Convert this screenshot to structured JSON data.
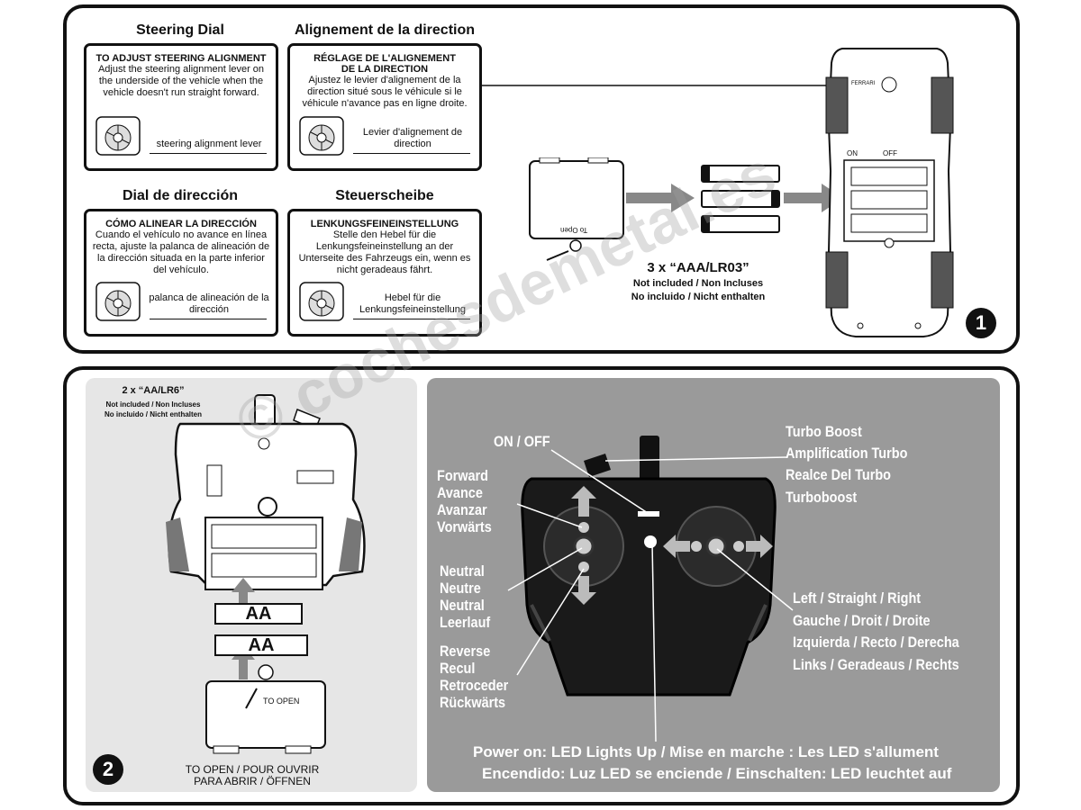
{
  "panel1": {
    "number": "1",
    "sections": [
      {
        "title": "Steering Dial",
        "head": "TO ADJUST STEERING ALIGNMENT",
        "body": "Adjust the steering alignment lever on the underside of the vehicle when the vehicle doesn't run straight forward.",
        "lever": "steering alignment lever"
      },
      {
        "title": "Alignement de la direction",
        "head": "RÉGLAGE DE L'ALIGNEMENT DE LA DIRECTION",
        "body": "Ajustez le levier d'alignement de la direction situé sous le véhicule si le véhicule n'avance pas en ligne droite.",
        "lever": "Levier d'alignement de direction"
      },
      {
        "title": "Dial de dirección",
        "head": "CÓMO ALINEAR LA DIRECCIÓN",
        "body": "Cuando el vehículo no avance en línea recta, ajuste la palanca de alineación de la dirección situada en la parte inferior del vehículo.",
        "lever": "palanca de alineación de la dirección"
      },
      {
        "title": "Steuerscheibe",
        "head": "LENKUNGSFEINEINSTELLUNG",
        "body": "Stelle den Hebel für die Lenkungsfeineinstellung an der Unterseite des Fahrzeugs ein, wenn es nicht  geradeaus fährt.",
        "lever": "Hebel für die Lenkungsfeineinstellung"
      }
    ],
    "battery_count": "3 x “AAA/LR03”",
    "not_included_1": "Not included / Non Incluses",
    "not_included_2": "No incluido / Nicht enthalten",
    "to_open": "To Open",
    "switch_on": "ON",
    "switch_off": "OFF",
    "brand": "FERRARI"
  },
  "panel2": {
    "number": "2",
    "battery_count": "2 x “AA/LR6”",
    "not_included_1": "Not included / Non Incluses",
    "not_included_2": "No incluido / Nicht enthalten",
    "aa_label": "AA",
    "to_open_cover": "TO OPEN",
    "to_open_1": "TO OPEN / POUR OUVRIR",
    "to_open_2": "PARA ABRIR / ÖFFNEN",
    "on_off": "ON / OFF",
    "forward": [
      "Forward",
      "Avance",
      "Avanzar",
      "Vorwärts"
    ],
    "neutral": [
      "Neutral",
      "Neutre",
      "Neutral",
      "Leerlauf"
    ],
    "reverse": [
      "Reverse",
      "Recul",
      "Retroceder",
      "Rückwärts"
    ],
    "turbo": [
      "Turbo Boost",
      "Amplification Turbo",
      "Realce Del Turbo",
      "Turboboost"
    ],
    "steer": [
      "Left / Straight / Right",
      "Gauche / Droit / Droite",
      "Izquierda / Recto / Derecha",
      "Links / Geradeaus / Rechts"
    ],
    "power_1": "Power on: LED Lights Up / Mise en marche : Les LED s'allument",
    "power_2": "Encendido: Luz LED se enciende / Einschalten: LED leuchtet auf"
  },
  "watermark": "© cochesdemetal.es"
}
